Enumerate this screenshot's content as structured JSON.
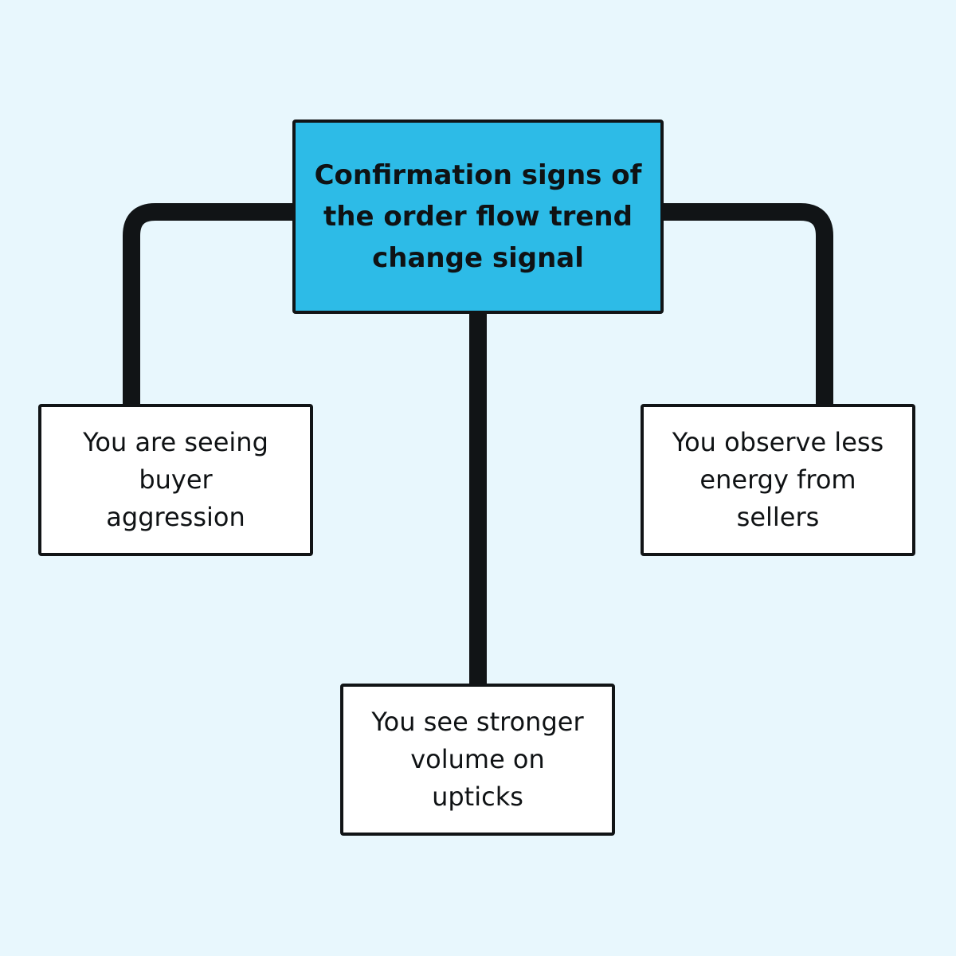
{
  "colors": {
    "background": "#e8f7fd",
    "root_fill": "#2dbbe7",
    "child_fill": "#ffffff",
    "stroke": "#111416"
  },
  "root": {
    "text": "Confirmation signs of\nthe order flow trend\nchange signal"
  },
  "children": [
    {
      "text": "You are seeing\nbuyer\naggression"
    },
    {
      "text": "You see stronger\nvolume on\nupticks"
    },
    {
      "text": "You observe less\nenergy from\nsellers"
    }
  ]
}
